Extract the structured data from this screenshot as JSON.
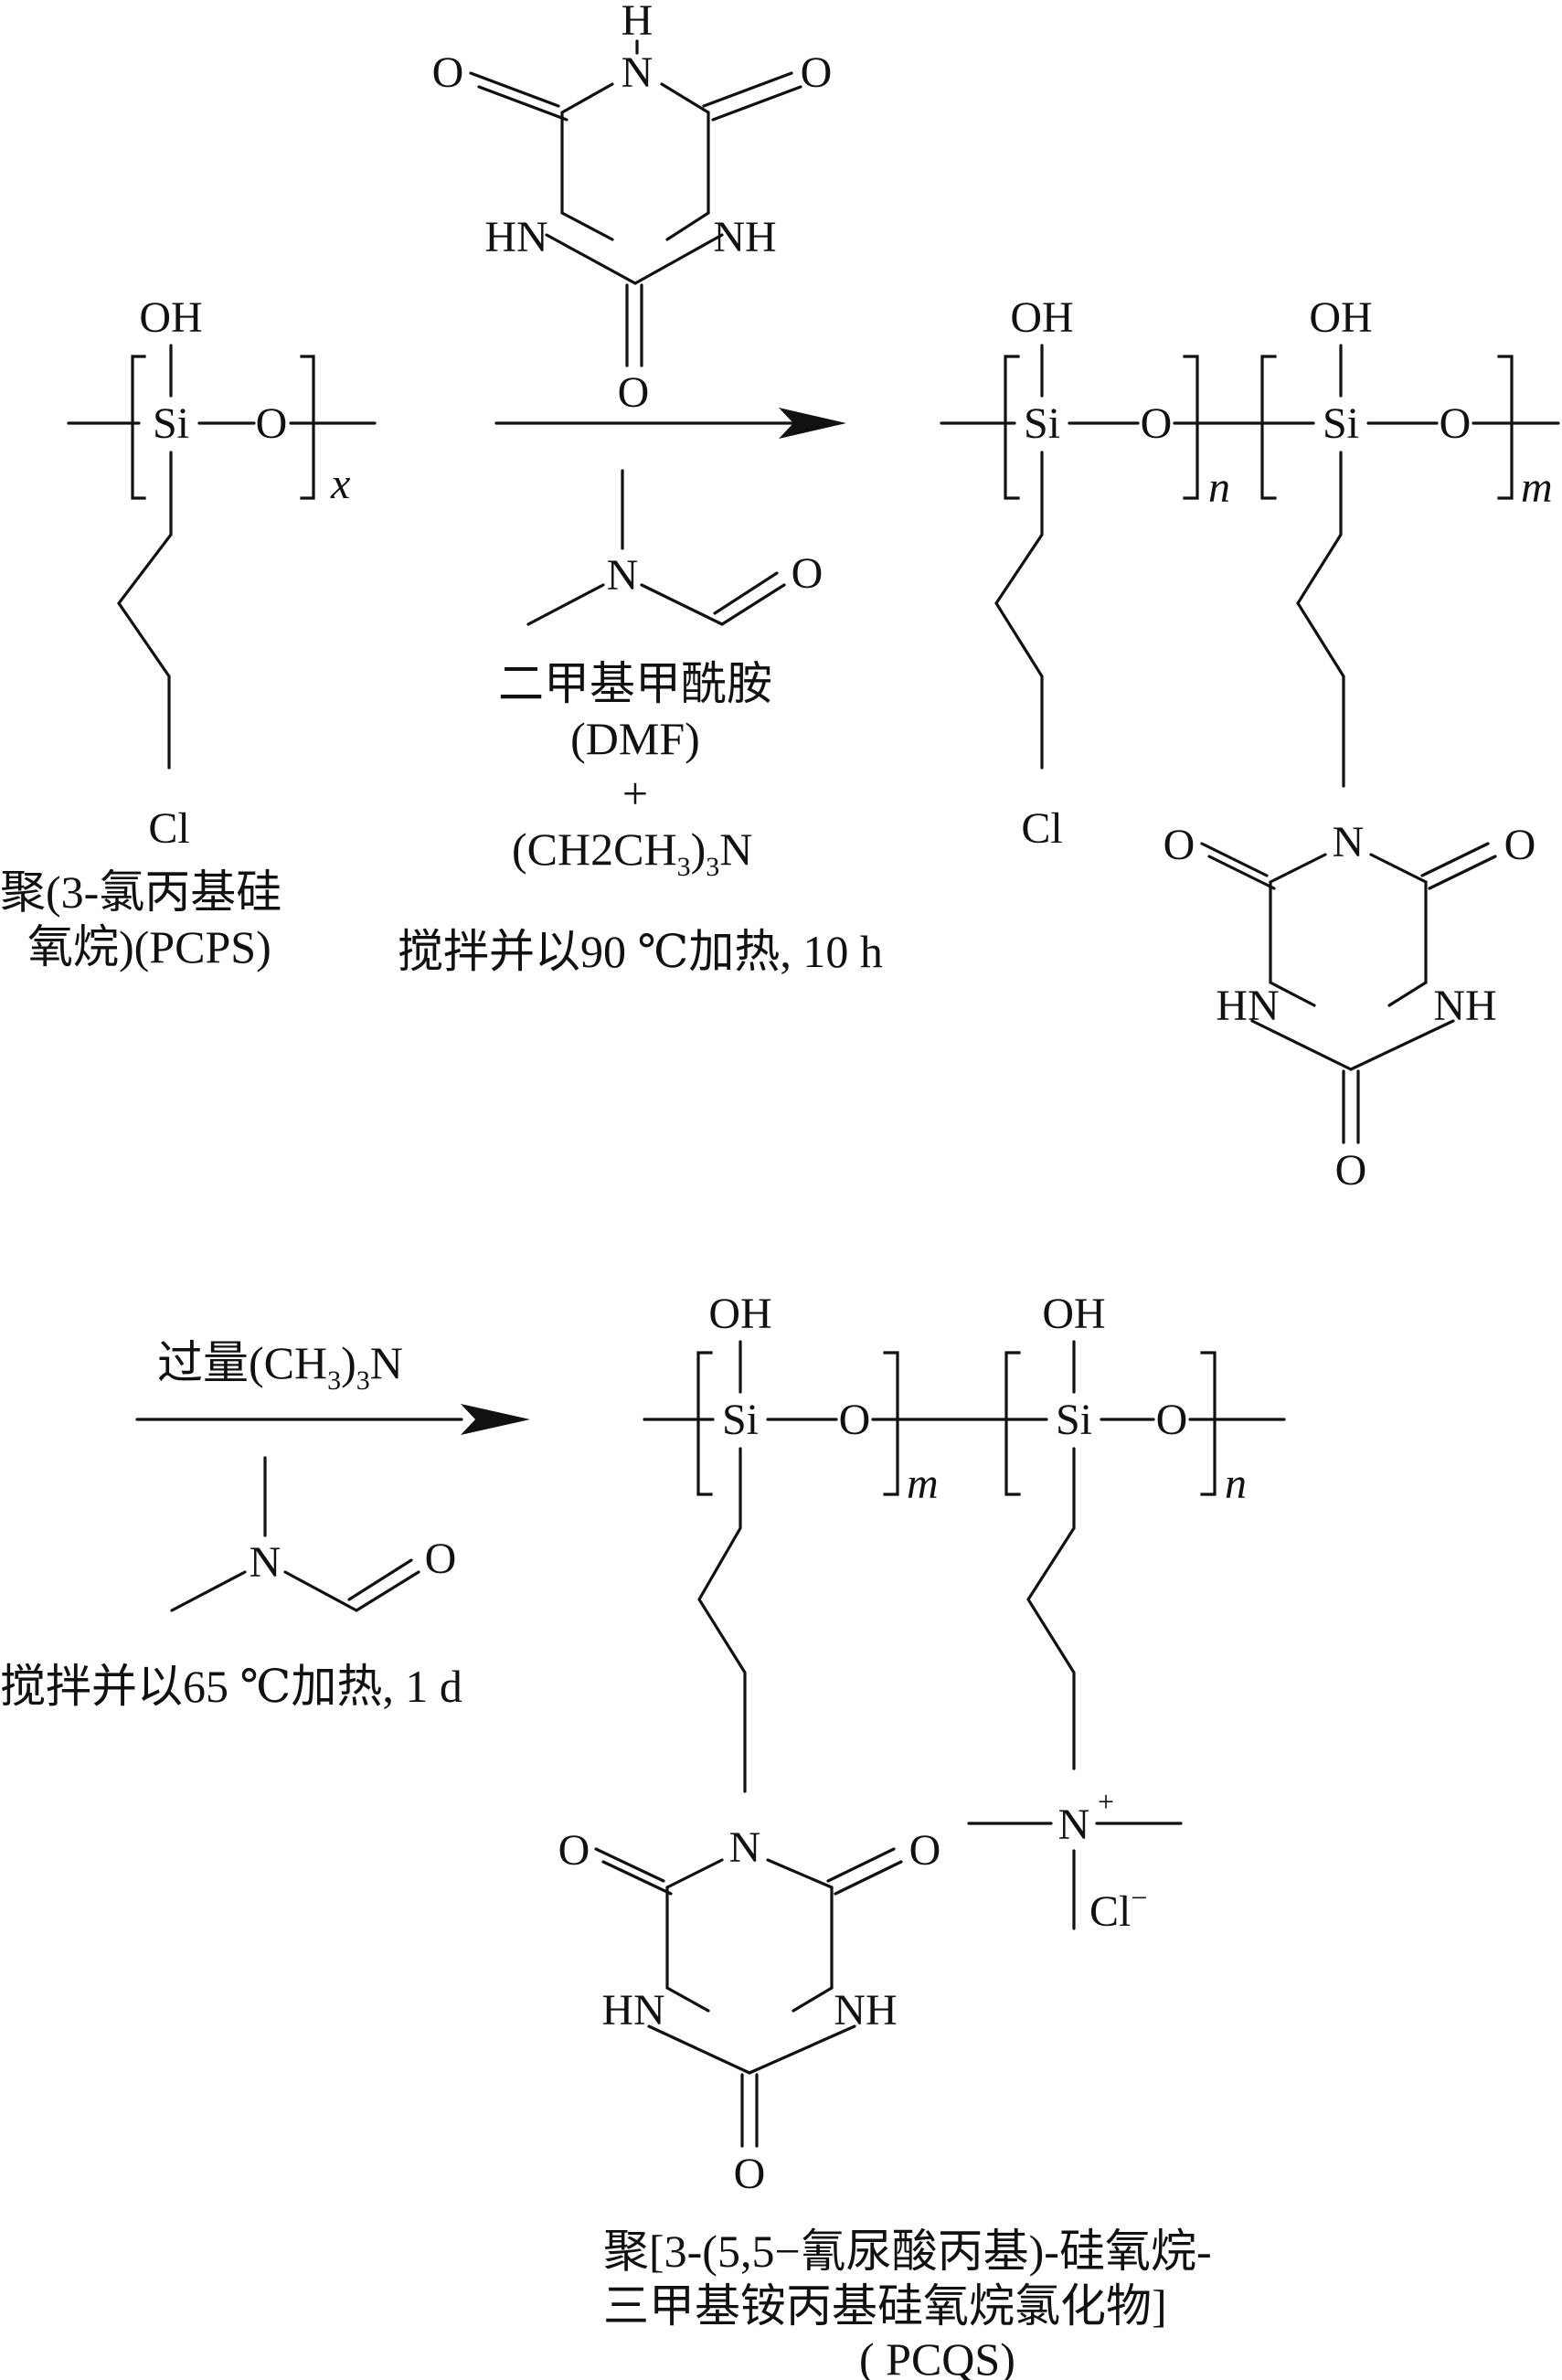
{
  "reactant": {
    "name_line1": "聚(3-氯丙基硅",
    "name_line2": "氧烷)(PCPS)",
    "index": "x",
    "atoms": {
      "si": "Si",
      "o": "O",
      "oh": "OH",
      "cl": "Cl"
    }
  },
  "step1": {
    "reagent_atoms": {
      "o": "O",
      "n": "N",
      "h": "H",
      "hn": "HN",
      "nh": "NH"
    },
    "solvent_name": "二甲基甲酰胺",
    "solvent_abbr": "(DMF)",
    "plus": "+",
    "base": {
      "prefix": "(CH2CH",
      "sub1": "3",
      "close": ")",
      "sub2": "3",
      "suffix": "N"
    },
    "conditions": "搅拌并以90 ℃加热, 10 h"
  },
  "intermediate": {
    "index_left": "n",
    "index_right": "m",
    "atoms": {
      "si": "Si",
      "o": "O",
      "oh": "OH",
      "cl": "Cl",
      "n": "N",
      "hn": "HN",
      "nh": "NH"
    }
  },
  "step2": {
    "reagent": {
      "prefix": "过量(CH",
      "sub1": "3",
      "close": ")",
      "sub2": "3",
      "suffix": "N"
    },
    "solvent_atoms": {
      "n": "N",
      "o": "O"
    },
    "conditions": "搅拌并以65 ℃加热, 1 d"
  },
  "product": {
    "index_left": "m",
    "index_right": "n",
    "atoms": {
      "si": "Si",
      "o": "O",
      "oh": "OH",
      "n": "N",
      "hn": "HN",
      "nh": "NH",
      "nplus": "N",
      "plus": "+",
      "cl": "Cl",
      "minus": "−"
    },
    "name_line1": "聚[3-(5,5−氰尿酸丙基)-硅氧烷-",
    "name_line2": "三甲基铵丙基硅氧烷氯化物]",
    "name_line3": "( PCQS)"
  }
}
